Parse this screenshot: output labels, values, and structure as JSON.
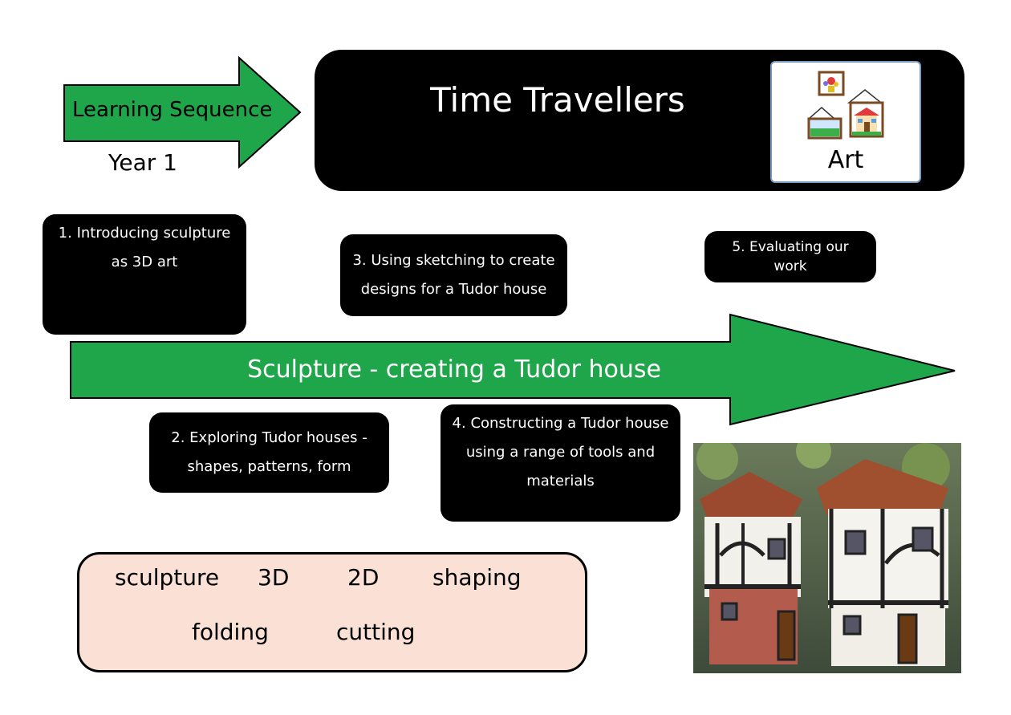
{
  "header": {
    "sequence_label": "Learning Sequence",
    "year_label": "Year 1",
    "topic_title": "Time Travellers",
    "subject_label": "Art"
  },
  "main_arrow": {
    "label": "Sculpture - creating a Tudor house"
  },
  "steps": [
    {
      "text": "1. Introducing sculpture as 3D art"
    },
    {
      "text": "2. Exploring Tudor houses - shapes, patterns, form"
    },
    {
      "text": "3. Using sketching to create designs for a Tudor house"
    },
    {
      "text": "4. Constructing a Tudor house using a range of tools and materials"
    },
    {
      "text": "5.  Evaluating our work"
    }
  ],
  "vocabulary": [
    "sculpture",
    "3D",
    "2D",
    "shaping",
    "folding",
    "cutting"
  ],
  "colors": {
    "arrow_green": "#1fa54a",
    "box_black": "#000000",
    "vocab_fill": "#fbe0d5"
  }
}
